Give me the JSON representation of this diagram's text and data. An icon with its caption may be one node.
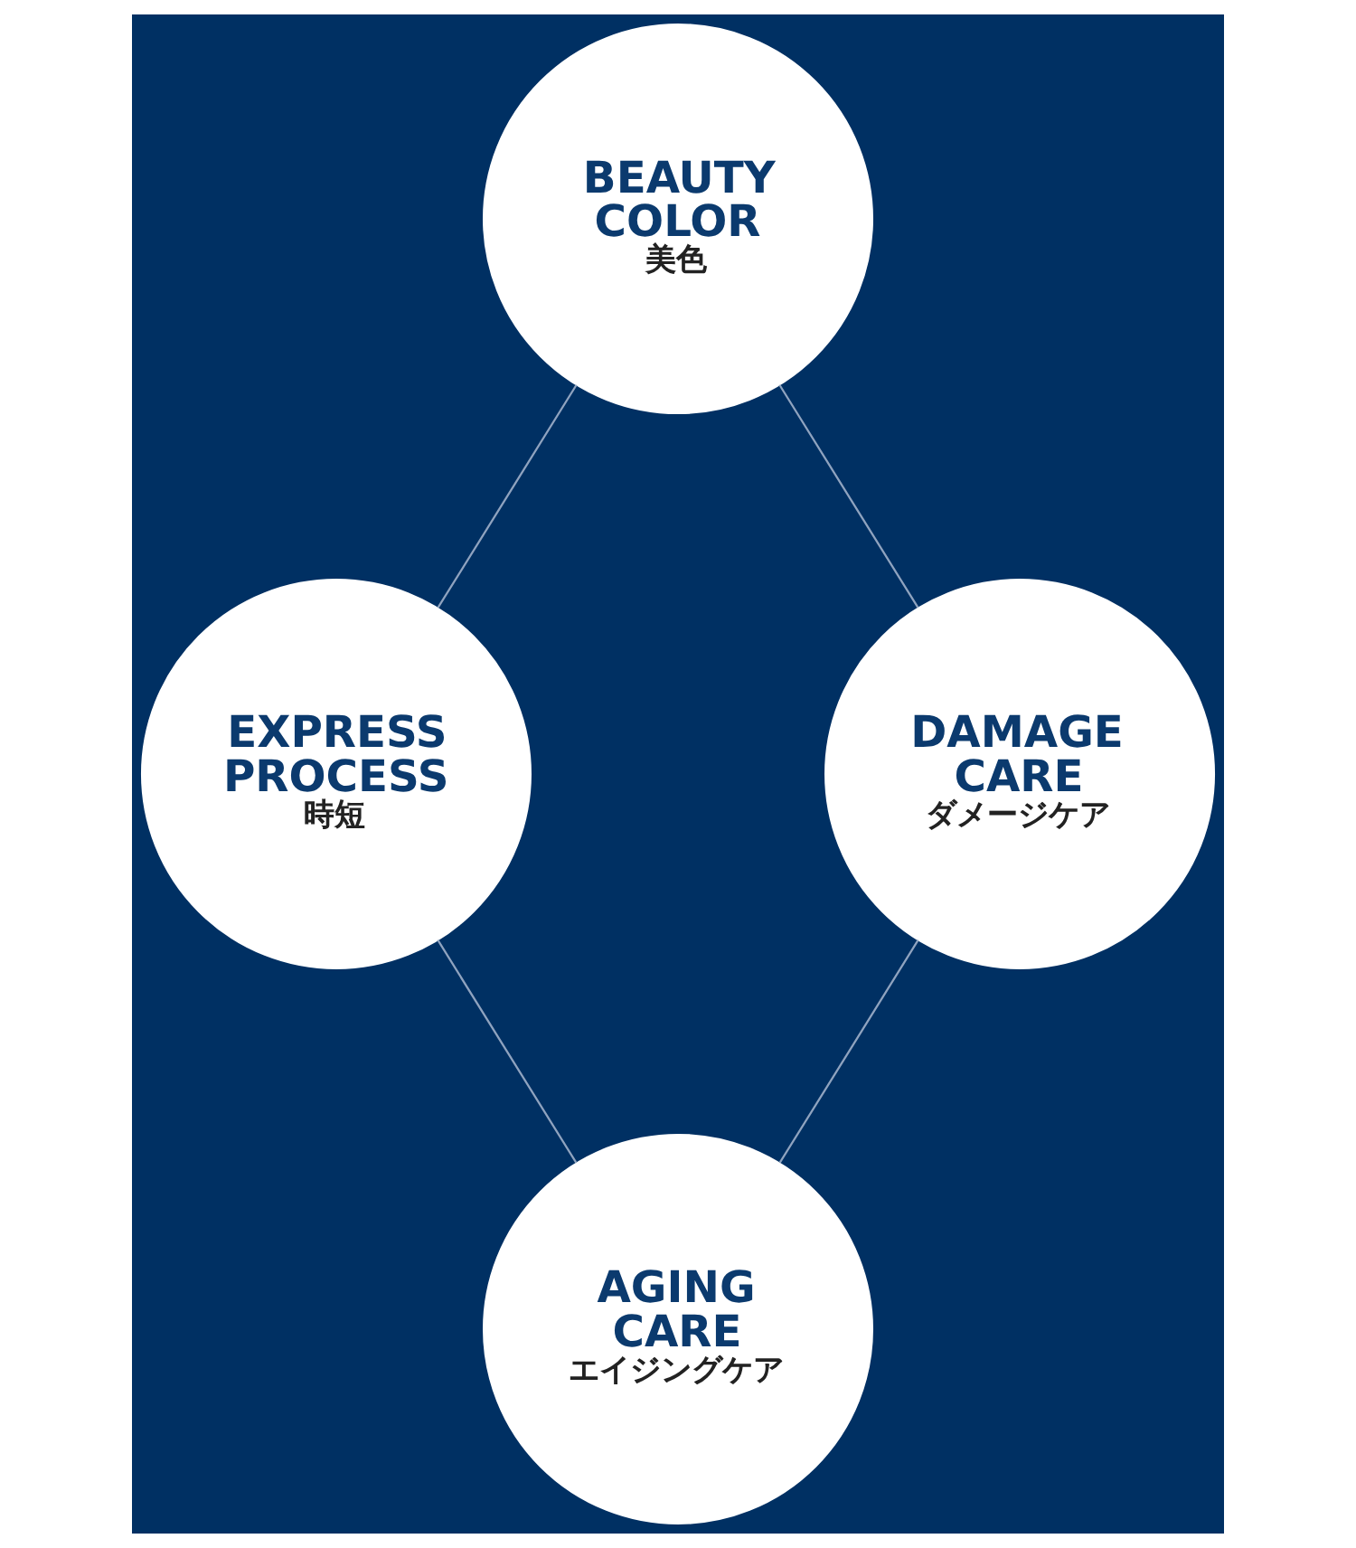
{
  "diagram": {
    "nodes": [
      {
        "text": [
          "BEAUTY COLOR",
          "美色"
        ]
      },
      {
        "text": [
          "EXPRESS PROCESS",
          "時短"
        ]
      },
      {
        "text": [
          "DAMAGE CARE",
          "ダメージケア"
        ]
      },
      {
        "text": [
          "AGING CARE",
          "エイジングケア"
        ]
      }
    ],
    "edges": [
      {
        "from": 0,
        "to": 1,
        "arrow": "none"
      },
      {
        "from": 0,
        "to": 2,
        "arrow": "none"
      },
      {
        "from": 1,
        "to": 3,
        "arrow": "none"
      },
      {
        "from": 2,
        "to": 3,
        "arrow": "none"
      }
    ]
  }
}
